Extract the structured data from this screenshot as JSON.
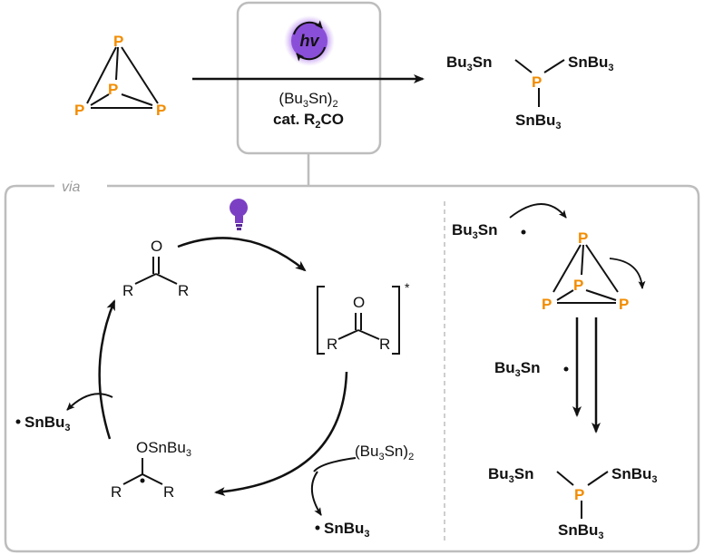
{
  "top": {
    "reactant_atoms": [
      "P",
      "P",
      "P",
      "P"
    ],
    "light_label": "hv",
    "reagent_line1": {
      "a": "(Bu",
      "sub1": "3",
      "b": "Sn)",
      "sub2": "2"
    },
    "reagent_line2": {
      "a": "cat. R",
      "sub": "2",
      "b": "CO"
    },
    "product": {
      "left": {
        "a": "Bu",
        "sub": "3",
        "b": "Sn"
      },
      "center": "P",
      "right": {
        "a": "SnBu",
        "sub": "3"
      },
      "bottom": {
        "a": "SnBu",
        "sub": "3"
      }
    }
  },
  "via_label": "via",
  "cycle": {
    "ketone": {
      "o": "O",
      "r1": "R",
      "r2": "R"
    },
    "excited": {
      "o": "O",
      "r1": "R",
      "r2": "R",
      "star": "*"
    },
    "radical": {
      "o": {
        "a": "OSnBu",
        "sub": "3"
      },
      "r1": "R",
      "r2": "R"
    },
    "reagent": {
      "a": "(Bu",
      "sub1": "3",
      "b": "Sn)",
      "sub2": "2"
    },
    "released": {
      "a": "SnBu",
      "sub": "3"
    },
    "consumed": {
      "a": "SnBu",
      "sub": "3"
    }
  },
  "mechanism": {
    "radical1": {
      "a": "Bu",
      "sub": "3",
      "b": "Sn"
    },
    "atoms": [
      "P",
      "P",
      "P",
      "P"
    ],
    "radical2": {
      "a": "Bu",
      "sub": "3",
      "b": "Sn"
    },
    "product": {
      "left": {
        "a": "Bu",
        "sub": "3",
        "b": "Sn"
      },
      "center": "P",
      "right": {
        "a": "SnBu",
        "sub": "3"
      },
      "bottom": {
        "a": "SnBu",
        "sub": "3"
      }
    }
  },
  "colors": {
    "phosphorus": "#f28c00",
    "light": "#8a4fd8",
    "bulb": "#7b3fc4",
    "frame": "#bdbdbd"
  }
}
